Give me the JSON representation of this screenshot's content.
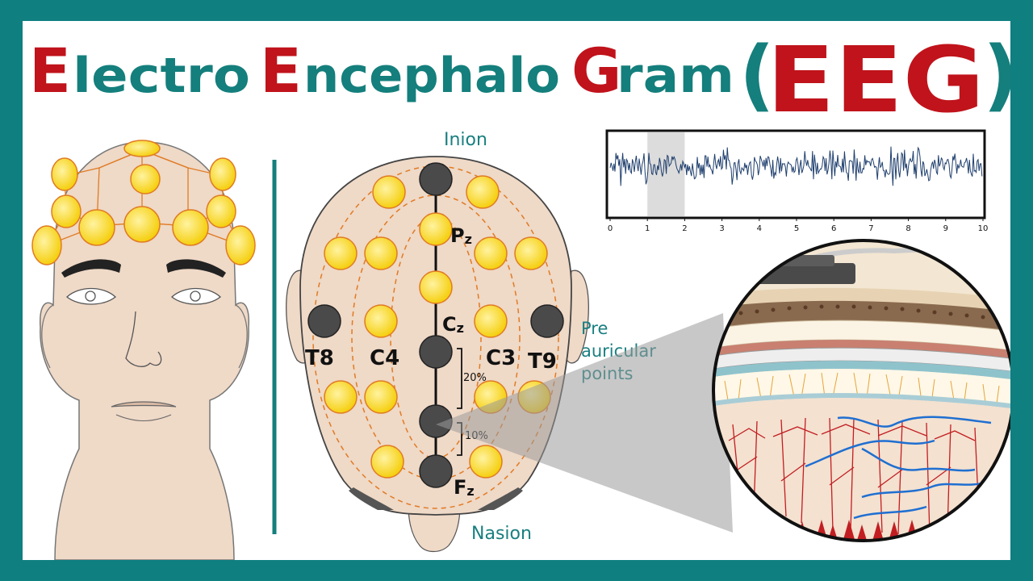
{
  "colors": {
    "frame": "#0f7f80",
    "title_red": "#c0131b",
    "title_teal": "#147f7c",
    "skin": "#efd9c7",
    "electrode": "#f7d51a",
    "electrode_stroke": "#e07b24",
    "electrode_dark": "#4a4a4a",
    "label_teal": "#1a7f80",
    "wave": "#1f3f6e"
  },
  "title": {
    "w1_first": "E",
    "w1_rest": "lectro",
    "w2_first": "E",
    "w2_rest": "ncephalo",
    "w3_first": "G",
    "w3_rest": "ram",
    "paren_open": "(",
    "abbr": "EEG",
    "paren_close": ")"
  },
  "labels": {
    "inion": "Inion",
    "nasion": "Nasion",
    "pre_l1": "Pre",
    "pre_l2": "auricular",
    "pre_l3": "points",
    "pz_main": "P",
    "pz_sub": "z",
    "cz_main": "C",
    "cz_sub": "z",
    "fz_main": "F",
    "fz_sub": "z",
    "t8": "T8",
    "c4": "C4",
    "c3": "C3",
    "t9": "T9",
    "pct20": "20%",
    "pct10": "10%"
  },
  "eeg_trace": {
    "x_ticks": [
      "0",
      "1",
      "2",
      "3",
      "4",
      "5",
      "6",
      "7",
      "8",
      "9",
      "10"
    ],
    "highlight_start": 1,
    "highlight_end": 2
  }
}
